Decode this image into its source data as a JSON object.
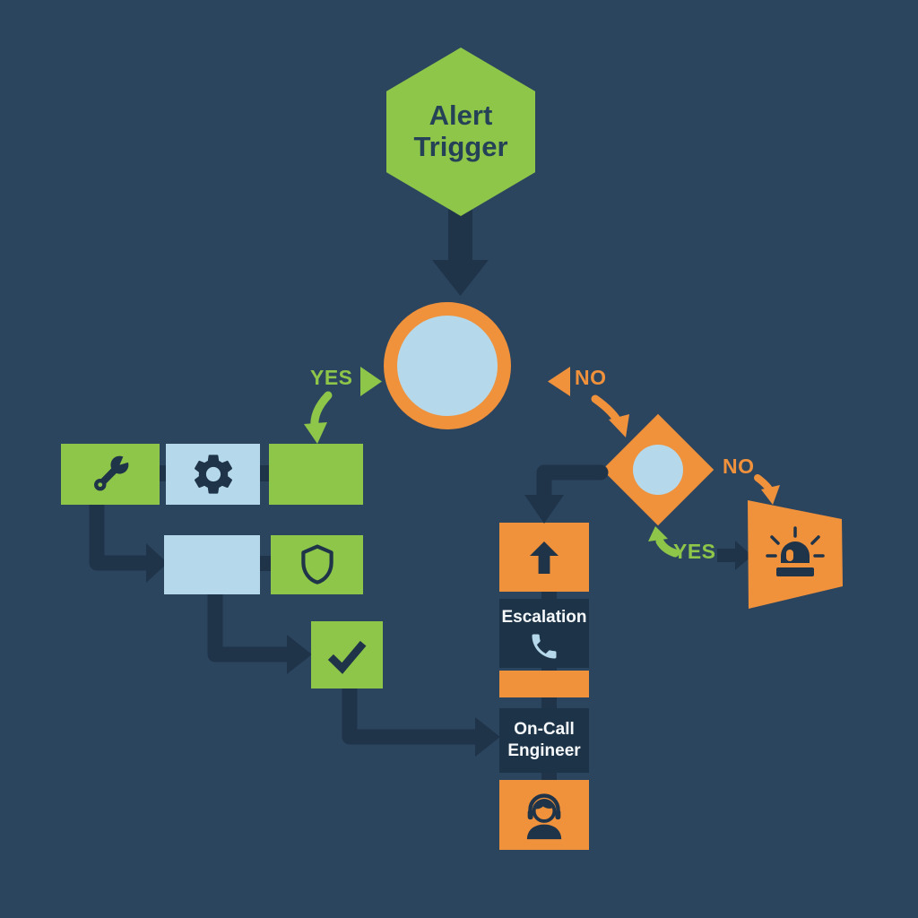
{
  "colors": {
    "background": "#2C455F",
    "dark_navy": "#1F3449",
    "box_navy": "#1D3347",
    "green": "#8EC649",
    "orange": "#F0913C",
    "light_blue": "#B5D9EA",
    "white_text": "#F7FAFC",
    "hexagon_text": "#254158"
  },
  "nodes": {
    "alert_trigger": {
      "shape": "hexagon",
      "label": "Alert Trigger"
    },
    "main_decision": {
      "shape": "circle"
    },
    "secondary_decision": {
      "shape": "diamond"
    },
    "wrench_step": {
      "icon": "wrench-icon"
    },
    "gear_step": {
      "icon": "gear-icon"
    },
    "green_step": {},
    "blue_step": {},
    "shield_step": {
      "icon": "shield-icon"
    },
    "check_step": {
      "icon": "check-icon"
    },
    "escalate_step": {
      "icon": "up-arrow-icon"
    },
    "escalation": {
      "label": "Escalation",
      "icon": "phone-icon"
    },
    "handoff_strip": {},
    "on_call": {
      "label": "On-Call Engineer"
    },
    "engineer": {
      "icon": "support-agent-icon"
    },
    "alarm": {
      "shape": "flag",
      "icon": "siren-icon"
    }
  },
  "branch_labels": {
    "yes_main": "YES",
    "no_main": "NO",
    "no_secondary": "NO",
    "yes_secondary": "YES"
  }
}
